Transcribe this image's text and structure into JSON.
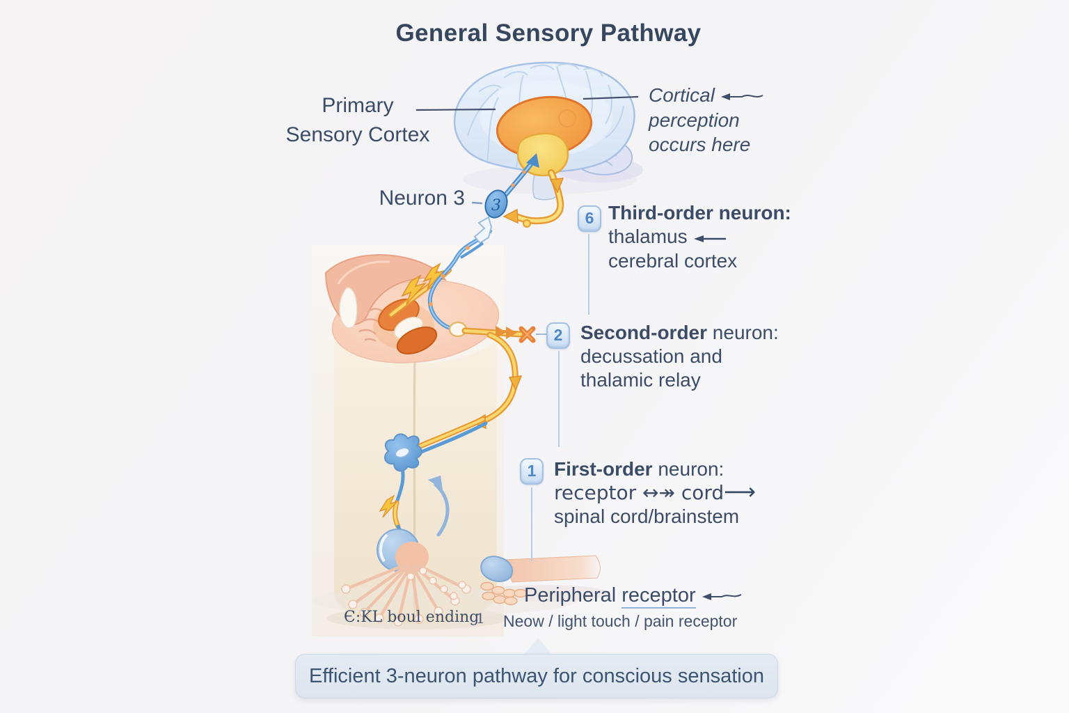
{
  "title": "General Sensory Pathway",
  "brain_labels": {
    "primary_line1": "Primary",
    "primary_line2": "Sensory Cortex",
    "cortical_line1": "Cortical",
    "cortical_line2": "perception",
    "cortical_line3": "occurs here"
  },
  "neuron3": {
    "label": "Neuron 3",
    "number": "3"
  },
  "blocks": [
    {
      "badge": "6",
      "title_bold": "Third-order",
      "title_rest": " neuron:",
      "line1": "thalamus",
      "line2": "cerebral cortex"
    },
    {
      "badge": "2",
      "title_bold": "Second-order",
      "title_rest": " neuron:",
      "line1": "decussation and",
      "line2": "thalamic relay"
    },
    {
      "badge": "1",
      "title_bold": "First-order",
      "title_rest": " neuron:",
      "line1": "receptor ↔↠ cord",
      "line1_arrow": "⟶",
      "line2": "spinal cord/brainstem"
    }
  ],
  "peripheral": {
    "title_word1": "Peripheral ",
    "title_word2": "receptor",
    "subtitle": "Neow / light touch / pain receptor"
  },
  "footnote": {
    "label": "Є:KL boul ending",
    "number": "1"
  },
  "caption": "Efficient 3-neuron pathway for conscious sensation",
  "colors": {
    "text": "#3c4c66",
    "badge_number": "#4f86c6",
    "pathway_yellow": "#f3c444",
    "pathway_blue": "#5b9bd5",
    "thalamus_orange": "#ef8c33",
    "brain_blue": "#dfe9f6",
    "caption_bg": "#dfe7f0",
    "receptor_pink": "#f2c0a5"
  }
}
